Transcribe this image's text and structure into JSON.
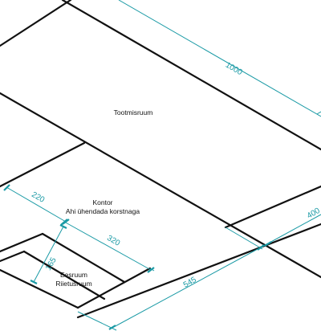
{
  "rooms": {
    "tootmisruum": {
      "label": "Tootmisruum"
    },
    "kontor": {
      "label": "Kontor",
      "note": "Ahi ühendada korstnaga"
    },
    "eesruum": {
      "label": "Eesruum",
      "note": "Riietusruum"
    }
  },
  "dimensions": {
    "d1000": "1000",
    "d400": "400",
    "d545": "545",
    "d320": "320",
    "d220": "220",
    "d165": "165"
  },
  "colors": {
    "wall": "#111111",
    "dimension": "#1a9aa5"
  }
}
